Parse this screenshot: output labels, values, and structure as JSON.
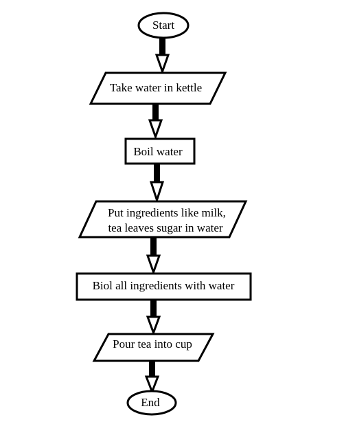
{
  "flowchart": {
    "start": {
      "label": "Start"
    },
    "steps": [
      {
        "lines": [
          "Take water in kettle"
        ]
      },
      {
        "lines": [
          "Boil water"
        ]
      },
      {
        "lines": [
          "Put ingredients like milk,",
          "tea leaves sugar in water"
        ]
      },
      {
        "lines": [
          "Biol all ingredients with water"
        ]
      },
      {
        "lines": [
          "Pour tea into cup"
        ]
      }
    ],
    "end": {
      "label": "End"
    }
  }
}
